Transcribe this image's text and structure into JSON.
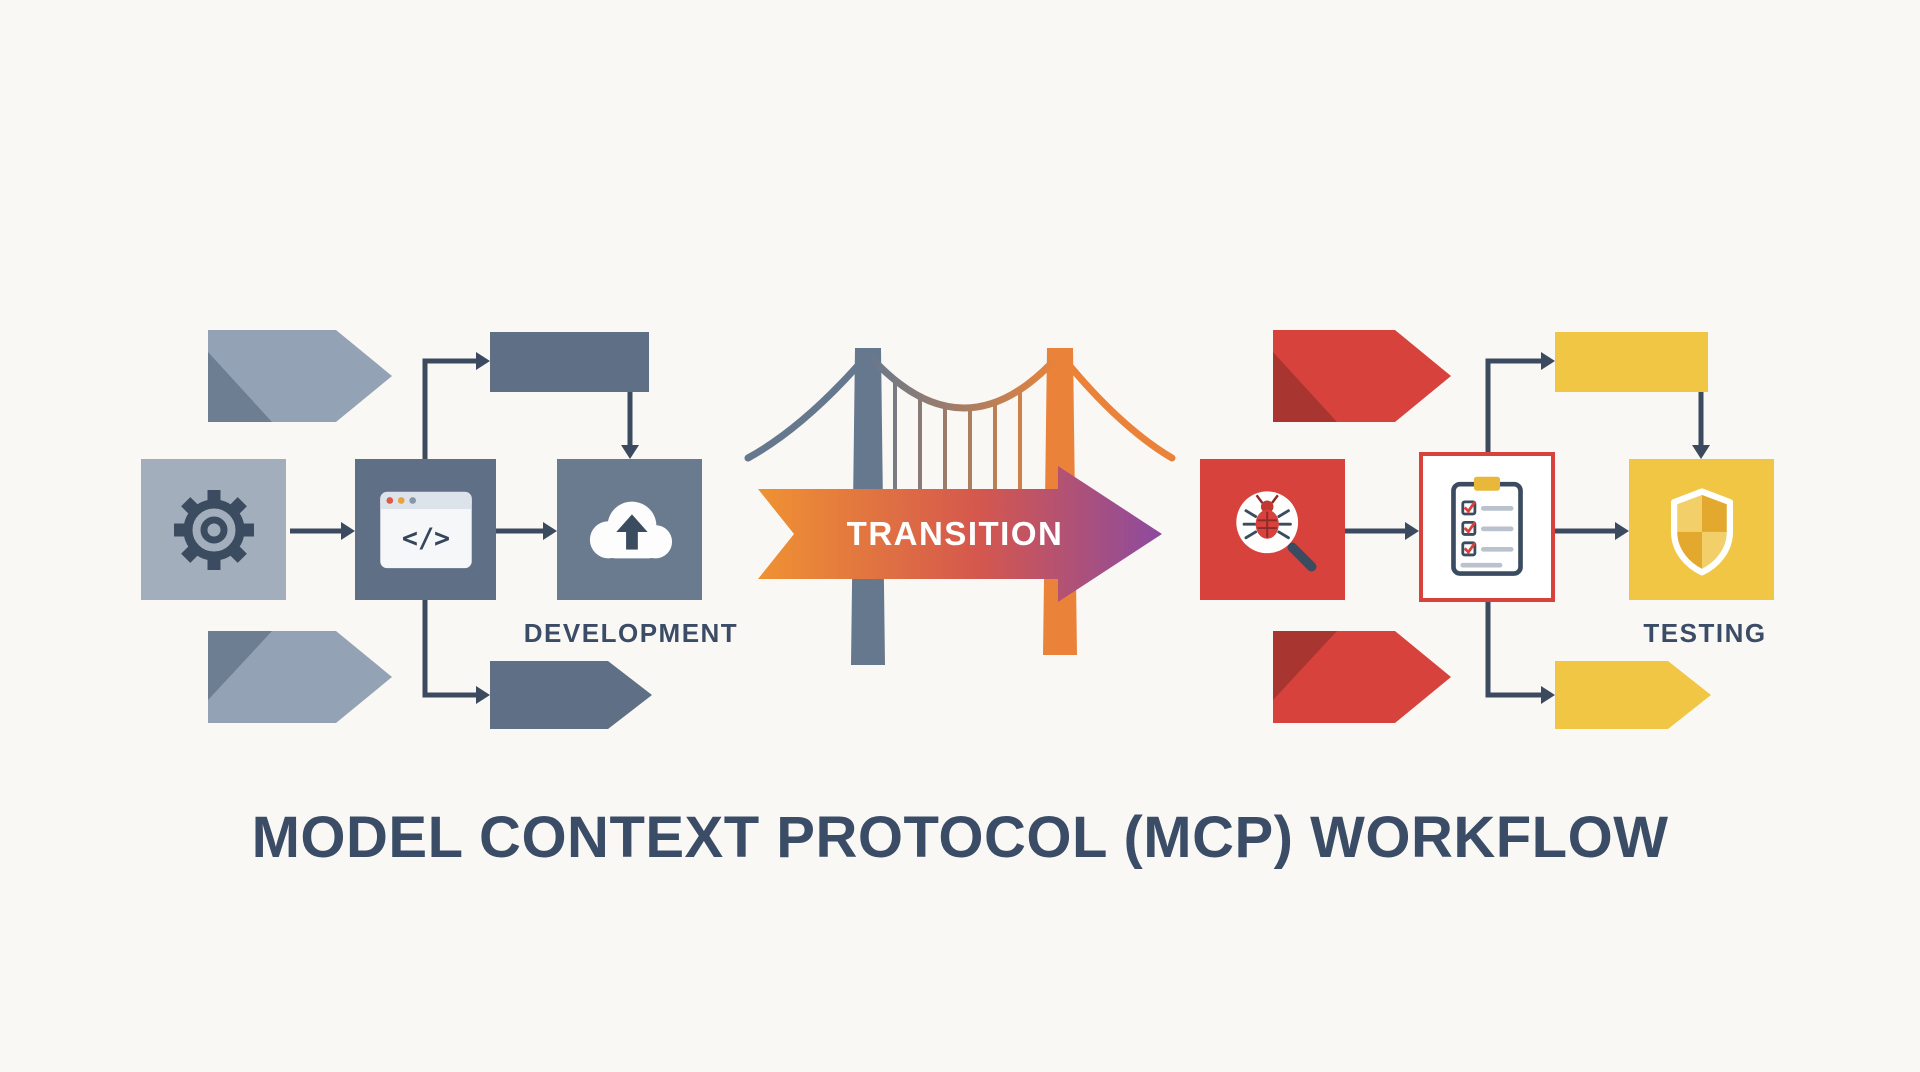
{
  "title": "MODEL CONTEXT PROTOCOL (MCP) WORKFLOW",
  "labels": {
    "development": "DEVELOPMENT",
    "transition": "TRANSITION",
    "testing": "TESTING"
  },
  "icons": {
    "gear": "gear-icon",
    "code_window": "code-window-icon",
    "code_glyph": "</>",
    "cloud_upload": "cloud-upload-icon",
    "bug_search": "bug-magnifier-icon",
    "checklist": "checklist-clipboard-icon",
    "shield": "shield-icon",
    "bridge": "bridge-illustration"
  },
  "colors": {
    "bg": "#faf8f5",
    "slate": "#5f7086",
    "slate-dark": "#3b4a5e",
    "slate-light": "#93a2b4",
    "slate-fold": "#6d7e93",
    "box-gear": "#a3aebc",
    "box-cloud": "#6b7b8f",
    "red": "#d7423d",
    "red-dark": "#a93531",
    "yellow": "#f1c644",
    "gold": "#e3a92e",
    "gold-light": "#f3cf6a",
    "text": "#3b4c66",
    "transition-start": "#ef9233",
    "transition-mid": "#d4574e",
    "transition-end": "#8c4b9f",
    "bridge-left": "#66788e",
    "bridge-right": "#ea8339",
    "icon-slate": "#3c4c60",
    "connector": "#3b4a5e"
  }
}
